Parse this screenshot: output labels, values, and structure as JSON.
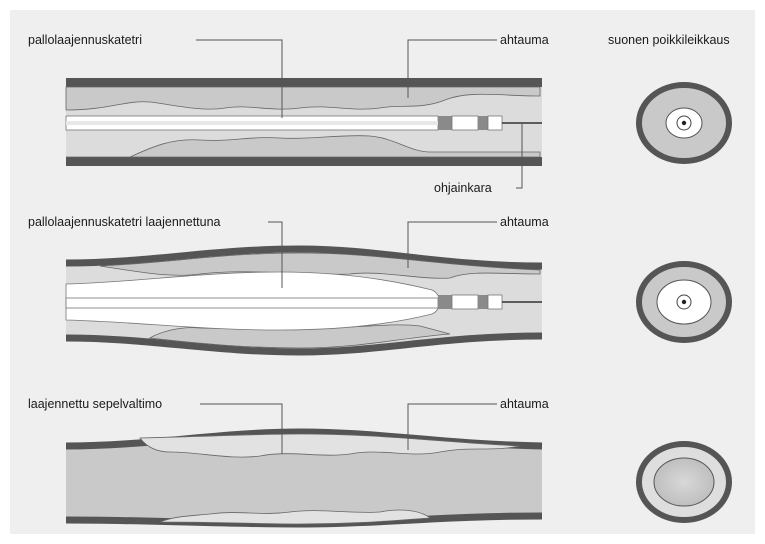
{
  "header": {
    "cross_section_title": "suonen poikkileikkaus"
  },
  "rows": [
    {
      "label": "pallolaajennuskatetri",
      "stenosis_label": "ahtauma",
      "extra_label": "ohjainkara"
    },
    {
      "label": "pallolaajennuskatetri laajennettuna",
      "stenosis_label": "ahtauma"
    },
    {
      "label": "laajennettu sepelvaltimo",
      "stenosis_label": "ahtauma"
    }
  ],
  "colors": {
    "background": "#efefef",
    "vessel_wall": "#555555",
    "plaque": "#c9c9c9",
    "lumen": "#dcdcdc",
    "catheter": "#ffffff",
    "marker": "#8a8a8a"
  }
}
